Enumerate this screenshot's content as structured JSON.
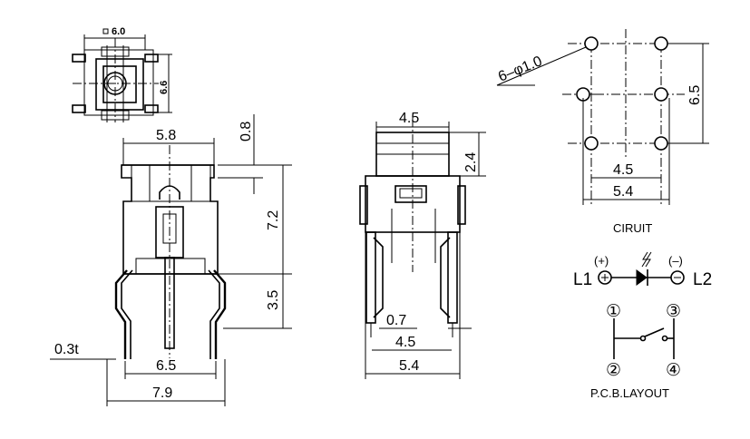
{
  "top_view": {
    "width": "6.0",
    "depth": "6.6"
  },
  "front_view": {
    "cap_width": "5.8",
    "cap_offset": "0.8",
    "body_height": "7.2",
    "pin_height": "3.5",
    "pin_thickness": "0.3t",
    "pin_pitch": "6.5",
    "overall_width": "7.9"
  },
  "side_view": {
    "top_width": "4.5",
    "top_height": "2.4",
    "pin_width": "0.7",
    "pin_span": "4.5",
    "body_width": "5.4"
  },
  "pcb_layout": {
    "holes": "6–φ1.0",
    "row_pitch": "6.5",
    "inner_span": "4.5",
    "outer_span": "5.4"
  },
  "circuit": {
    "title": "CIRUIT",
    "l1": "L1",
    "l2": "L2",
    "plus": "(+)",
    "minus": "(–)",
    "pins": [
      "①",
      "③",
      "②",
      "④"
    ],
    "layout_title": "P.C.B.LAYOUT"
  }
}
